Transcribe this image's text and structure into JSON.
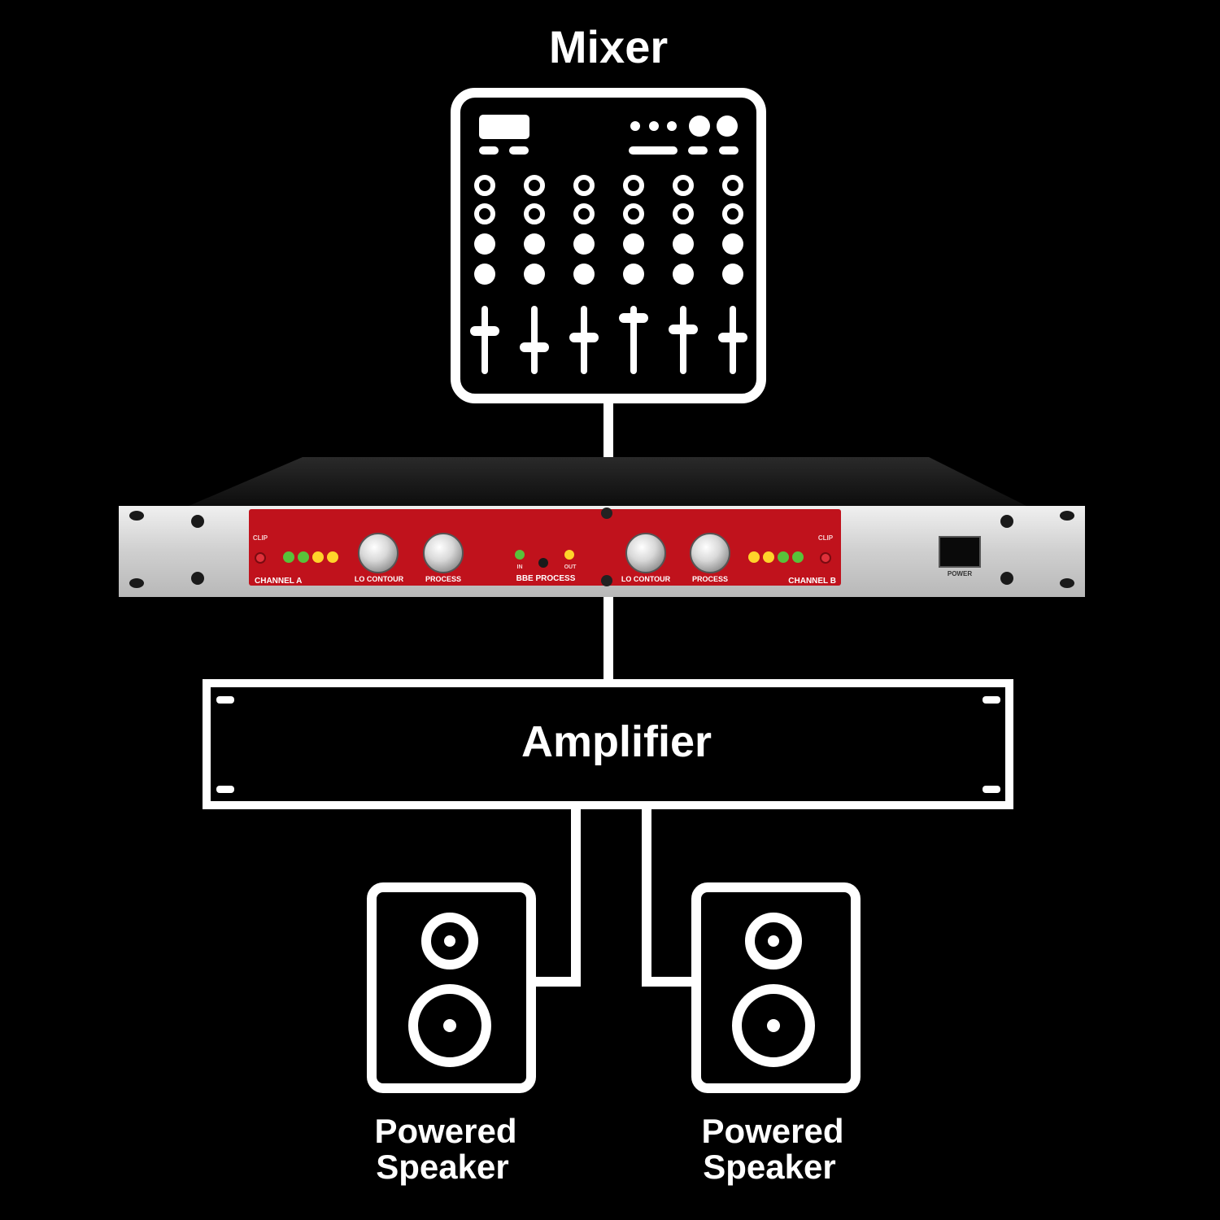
{
  "diagram": {
    "nodes": {
      "mixer": {
        "label": "Mixer"
      },
      "processor": {
        "channel_a_label": "CHANNEL A",
        "channel_b_label": "CHANNEL B",
        "lo_contour_label": "LO CONTOUR",
        "process_label": "PROCESS",
        "center_label": "BBE PROCESS",
        "in_label": "IN",
        "out_label": "OUT",
        "clip_label": "CLIP",
        "power_label": "POWER",
        "panel_color": "#c0121c",
        "chassis_color": "#d9d9d9"
      },
      "amplifier": {
        "label": "Amplifier"
      },
      "speaker_left": {
        "label_line1": "Powered",
        "label_line2": "Speaker"
      },
      "speaker_right": {
        "label_line1": "Powered",
        "label_line2": "Speaker"
      }
    },
    "edges": [
      {
        "from": "mixer",
        "to": "processor"
      },
      {
        "from": "processor",
        "to": "amplifier"
      },
      {
        "from": "amplifier",
        "to": "speaker_left"
      },
      {
        "from": "amplifier",
        "to": "speaker_right"
      }
    ],
    "colors": {
      "background": "#000000",
      "line": "#ffffff"
    }
  }
}
